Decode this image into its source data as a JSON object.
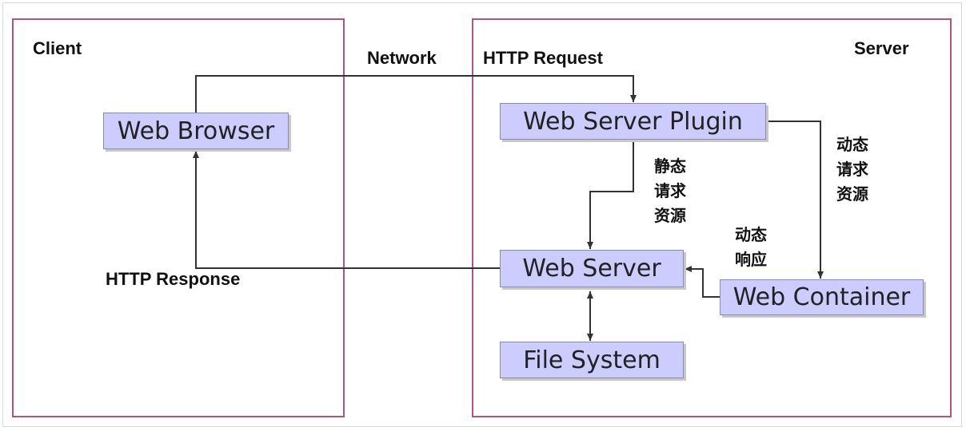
{
  "regions": {
    "client_title": "Client",
    "server_title": "Server"
  },
  "labels": {
    "network": "Network",
    "http_request": "HTTP Request",
    "http_response": "HTTP Response"
  },
  "nodes": {
    "web_browser": "Web Browser",
    "web_server_plugin": "Web Server Plugin",
    "web_server": "Web Server",
    "web_container": "Web Container",
    "file_system": "File System"
  },
  "annotations": {
    "static_request": [
      "静态",
      "请求",
      "资源"
    ],
    "dynamic_request": [
      "动态",
      "请求",
      "资源"
    ],
    "dynamic_response": [
      "动态",
      "响应"
    ]
  },
  "colors": {
    "region_border": "#b0557f",
    "node_fill": "#ccccff",
    "line": "#333333"
  }
}
